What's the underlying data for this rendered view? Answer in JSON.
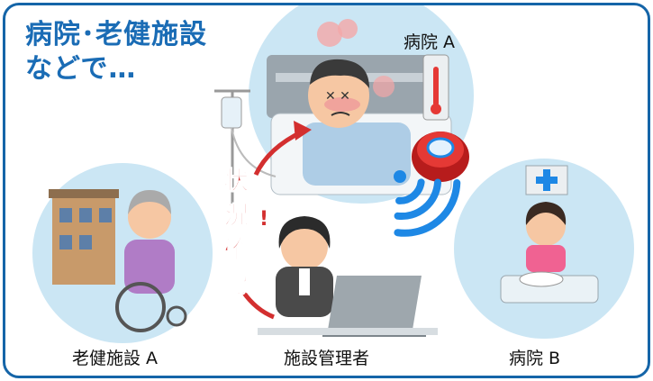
{
  "heading": {
    "line1": "病院･老健施設",
    "line2": "などで…"
  },
  "labels": {
    "hospital_a": "病院 A",
    "nursing_home_a": "老健施設 A",
    "facility_manager": "施設管理者",
    "hospital_b": "病院 B"
  },
  "status_check": [
    "状",
    "況",
    "確",
    "認"
  ],
  "colors": {
    "frame": "#1565a8",
    "heading": "#1a6cb5",
    "circle": "#cbe6f4",
    "arrow": "#d32f2f",
    "signal": "#1e88e5"
  }
}
